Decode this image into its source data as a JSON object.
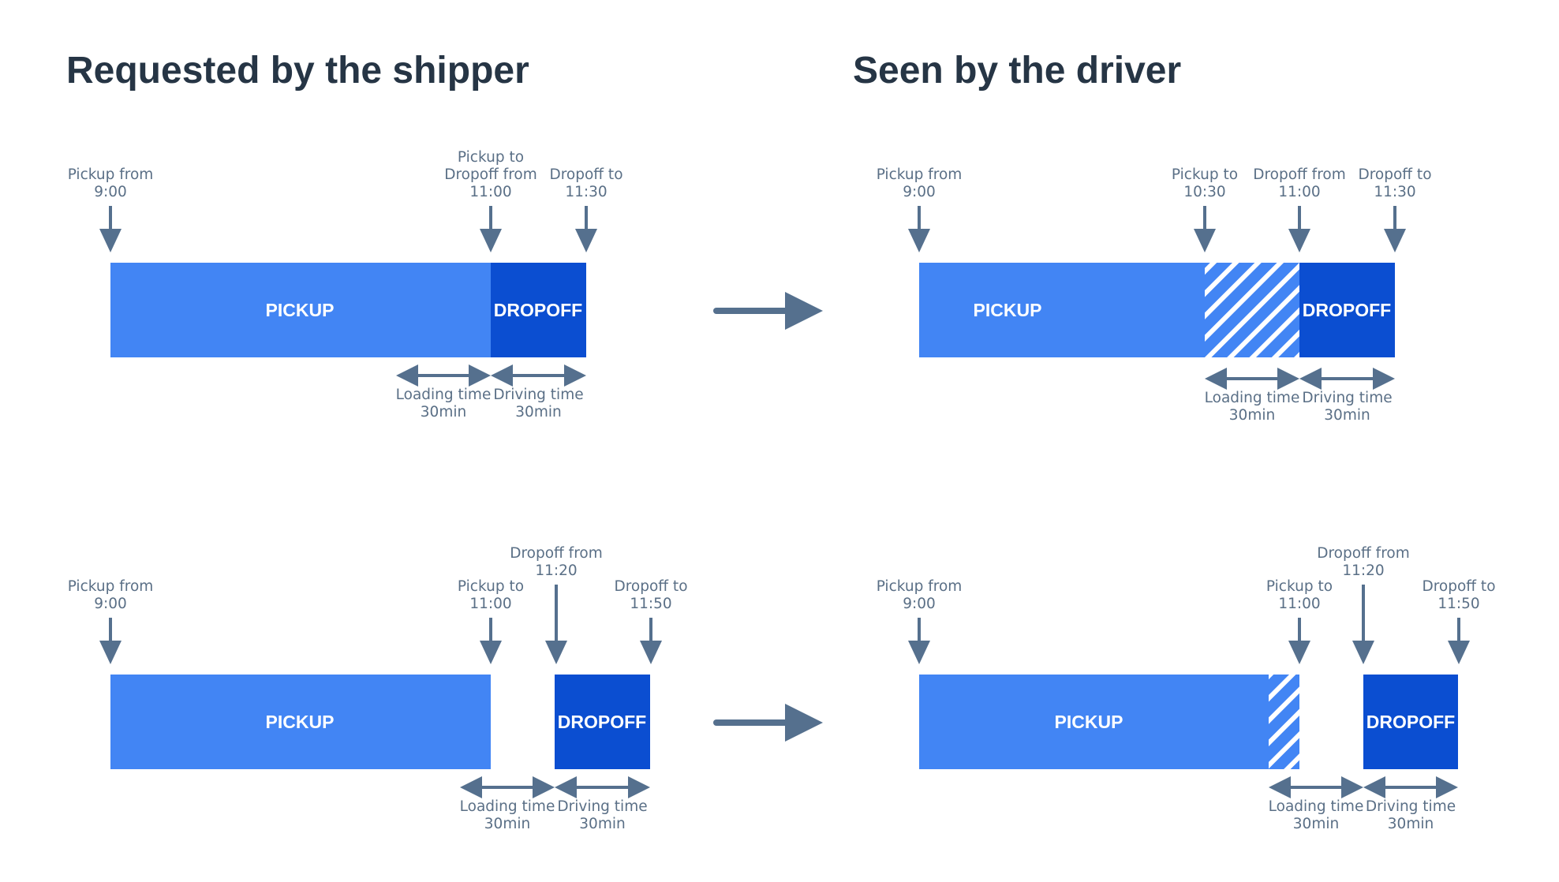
{
  "titles": {
    "left": "Requested by the shipper",
    "right": "Seen by the driver"
  },
  "colors": {
    "pickup": "#4285f4",
    "dropoff": "#0b4ed1",
    "arrow": "#55708e",
    "label": "#5a6f86",
    "title": "#263545"
  },
  "panels": [
    {
      "id": "shipper-top",
      "markers": [
        {
          "lines": [
            "Pickup from",
            "9:00"
          ]
        },
        {
          "lines": [
            "Pickup to",
            "Dropoff from",
            "11:00"
          ]
        },
        {
          "lines": [
            "Dropoff to",
            "11:30"
          ]
        }
      ],
      "blocks": [
        {
          "kind": "pickup",
          "label": "PICKUP"
        },
        {
          "kind": "dropoff",
          "label": "DROPOFF"
        }
      ],
      "durations": [
        {
          "lines": [
            "Loading time",
            "30min"
          ]
        },
        {
          "lines": [
            "Driving time",
            "30min"
          ]
        }
      ]
    },
    {
      "id": "driver-top",
      "markers": [
        {
          "lines": [
            "Pickup from",
            "9:00"
          ]
        },
        {
          "lines": [
            "Pickup to",
            "10:30"
          ]
        },
        {
          "lines": [
            "Dropoff from",
            "11:00"
          ]
        },
        {
          "lines": [
            "Dropoff to",
            "11:30"
          ]
        }
      ],
      "blocks": [
        {
          "kind": "pickup",
          "label": "PICKUP"
        },
        {
          "kind": "loading",
          "label": ""
        },
        {
          "kind": "dropoff",
          "label": "DROPOFF"
        }
      ],
      "durations": [
        {
          "lines": [
            "Loading time",
            "30min"
          ]
        },
        {
          "lines": [
            "Driving time",
            "30min"
          ]
        }
      ]
    },
    {
      "id": "shipper-bottom",
      "markers": [
        {
          "lines": [
            "Pickup from",
            "9:00"
          ]
        },
        {
          "lines": [
            "Pickup to",
            "11:00"
          ]
        },
        {
          "lines": [
            "Dropoff from",
            "11:20"
          ]
        },
        {
          "lines": [
            "Dropoff to",
            "11:50"
          ]
        }
      ],
      "blocks": [
        {
          "kind": "pickup",
          "label": "PICKUP"
        },
        {
          "kind": "dropoff",
          "label": "DROPOFF"
        }
      ],
      "durations": [
        {
          "lines": [
            "Loading time",
            "30min"
          ]
        },
        {
          "lines": [
            "Driving time",
            "30min"
          ]
        }
      ]
    },
    {
      "id": "driver-bottom",
      "markers": [
        {
          "lines": [
            "Pickup from",
            "9:00"
          ]
        },
        {
          "lines": [
            "Pickup to",
            "11:00"
          ]
        },
        {
          "lines": [
            "Dropoff from",
            "11:20"
          ]
        },
        {
          "lines": [
            "Dropoff to",
            "11:50"
          ]
        }
      ],
      "blocks": [
        {
          "kind": "pickup",
          "label": "PICKUP"
        },
        {
          "kind": "loading",
          "label": ""
        },
        {
          "kind": "dropoff",
          "label": "DROPOFF"
        }
      ],
      "durations": [
        {
          "lines": [
            "Loading time",
            "30min"
          ]
        },
        {
          "lines": [
            "Driving time",
            "30min"
          ]
        }
      ]
    }
  ]
}
